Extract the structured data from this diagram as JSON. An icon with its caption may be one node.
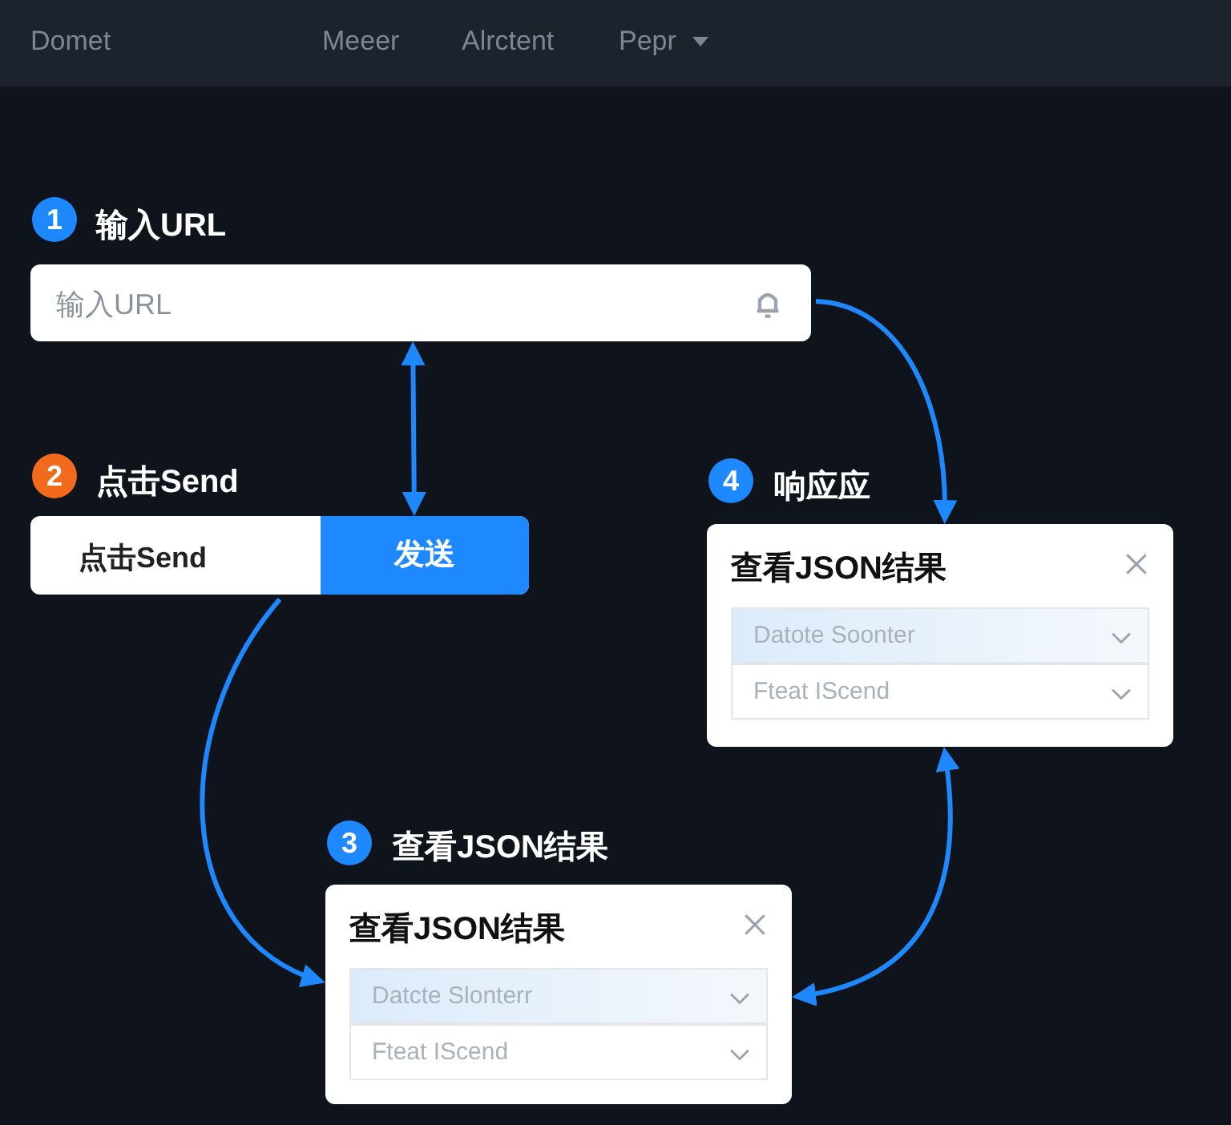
{
  "diagram": {
    "nodes": [
      {
        "text": [
          "输入URL"
        ],
        "beside": [
          "1",
          "输入URL"
        ]
      },
      {
        "text": [
          "点击Send",
          "发送"
        ],
        "beside": [
          "2",
          "点击Send"
        ]
      },
      {
        "text": [
          "查看JSON结果",
          "Datote Soonter",
          "Fteat IScend"
        ],
        "beside": [
          "4",
          "响应应"
        ]
      },
      {
        "text": [
          "查看JSON结果",
          "Datcte Slonterr",
          "Fteat IScend"
        ],
        "beside": [
          "3",
          "查看JSON结果"
        ]
      }
    ],
    "edges": [
      {
        "from": 0,
        "to": 1,
        "arrow": "both"
      },
      {
        "from": 0,
        "to": 2,
        "arrow": "to"
      },
      {
        "from": 1,
        "to": 3,
        "arrow": "to"
      },
      {
        "from": 3,
        "to": 2,
        "arrow": "both"
      }
    ],
    "labels": [
      "Domet",
      "Meeer",
      "Alrctent",
      "Pepr"
    ]
  }
}
